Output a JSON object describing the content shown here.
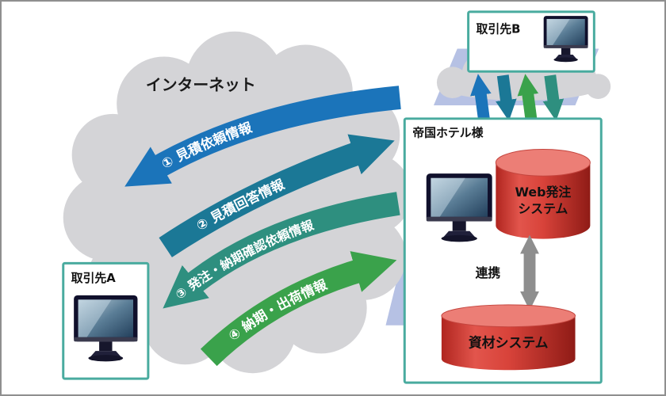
{
  "diagram": {
    "internet_label": "インターネット",
    "flows": [
      {
        "label": "① 見積依頼情報",
        "color": "#1b74ba",
        "direction": "hotel-to-partner"
      },
      {
        "label": "② 見積回答情報",
        "color": "#1b7896",
        "direction": "partner-to-hotel"
      },
      {
        "label": "③ 発注・納期確認依頼情報",
        "color": "#2e8f7f",
        "direction": "hotel-to-partner"
      },
      {
        "label": "④ 納期・出荷情報",
        "color": "#3aa24b",
        "direction": "partner-to-hotel"
      }
    ],
    "partner_a": {
      "label": "取引先A"
    },
    "partner_b": {
      "label": "取引先B"
    },
    "hotel": {
      "label": "帝国ホテル様",
      "web_system_line1": "Web発注",
      "web_system_line2": "システム",
      "link_label": "連携",
      "material_system": "資材システム"
    },
    "colors": {
      "cloud": "#d4d4d7",
      "background_band": "#b6c1e4",
      "box_border": "#49ab9f",
      "link_gray": "#8e8e8e"
    }
  }
}
